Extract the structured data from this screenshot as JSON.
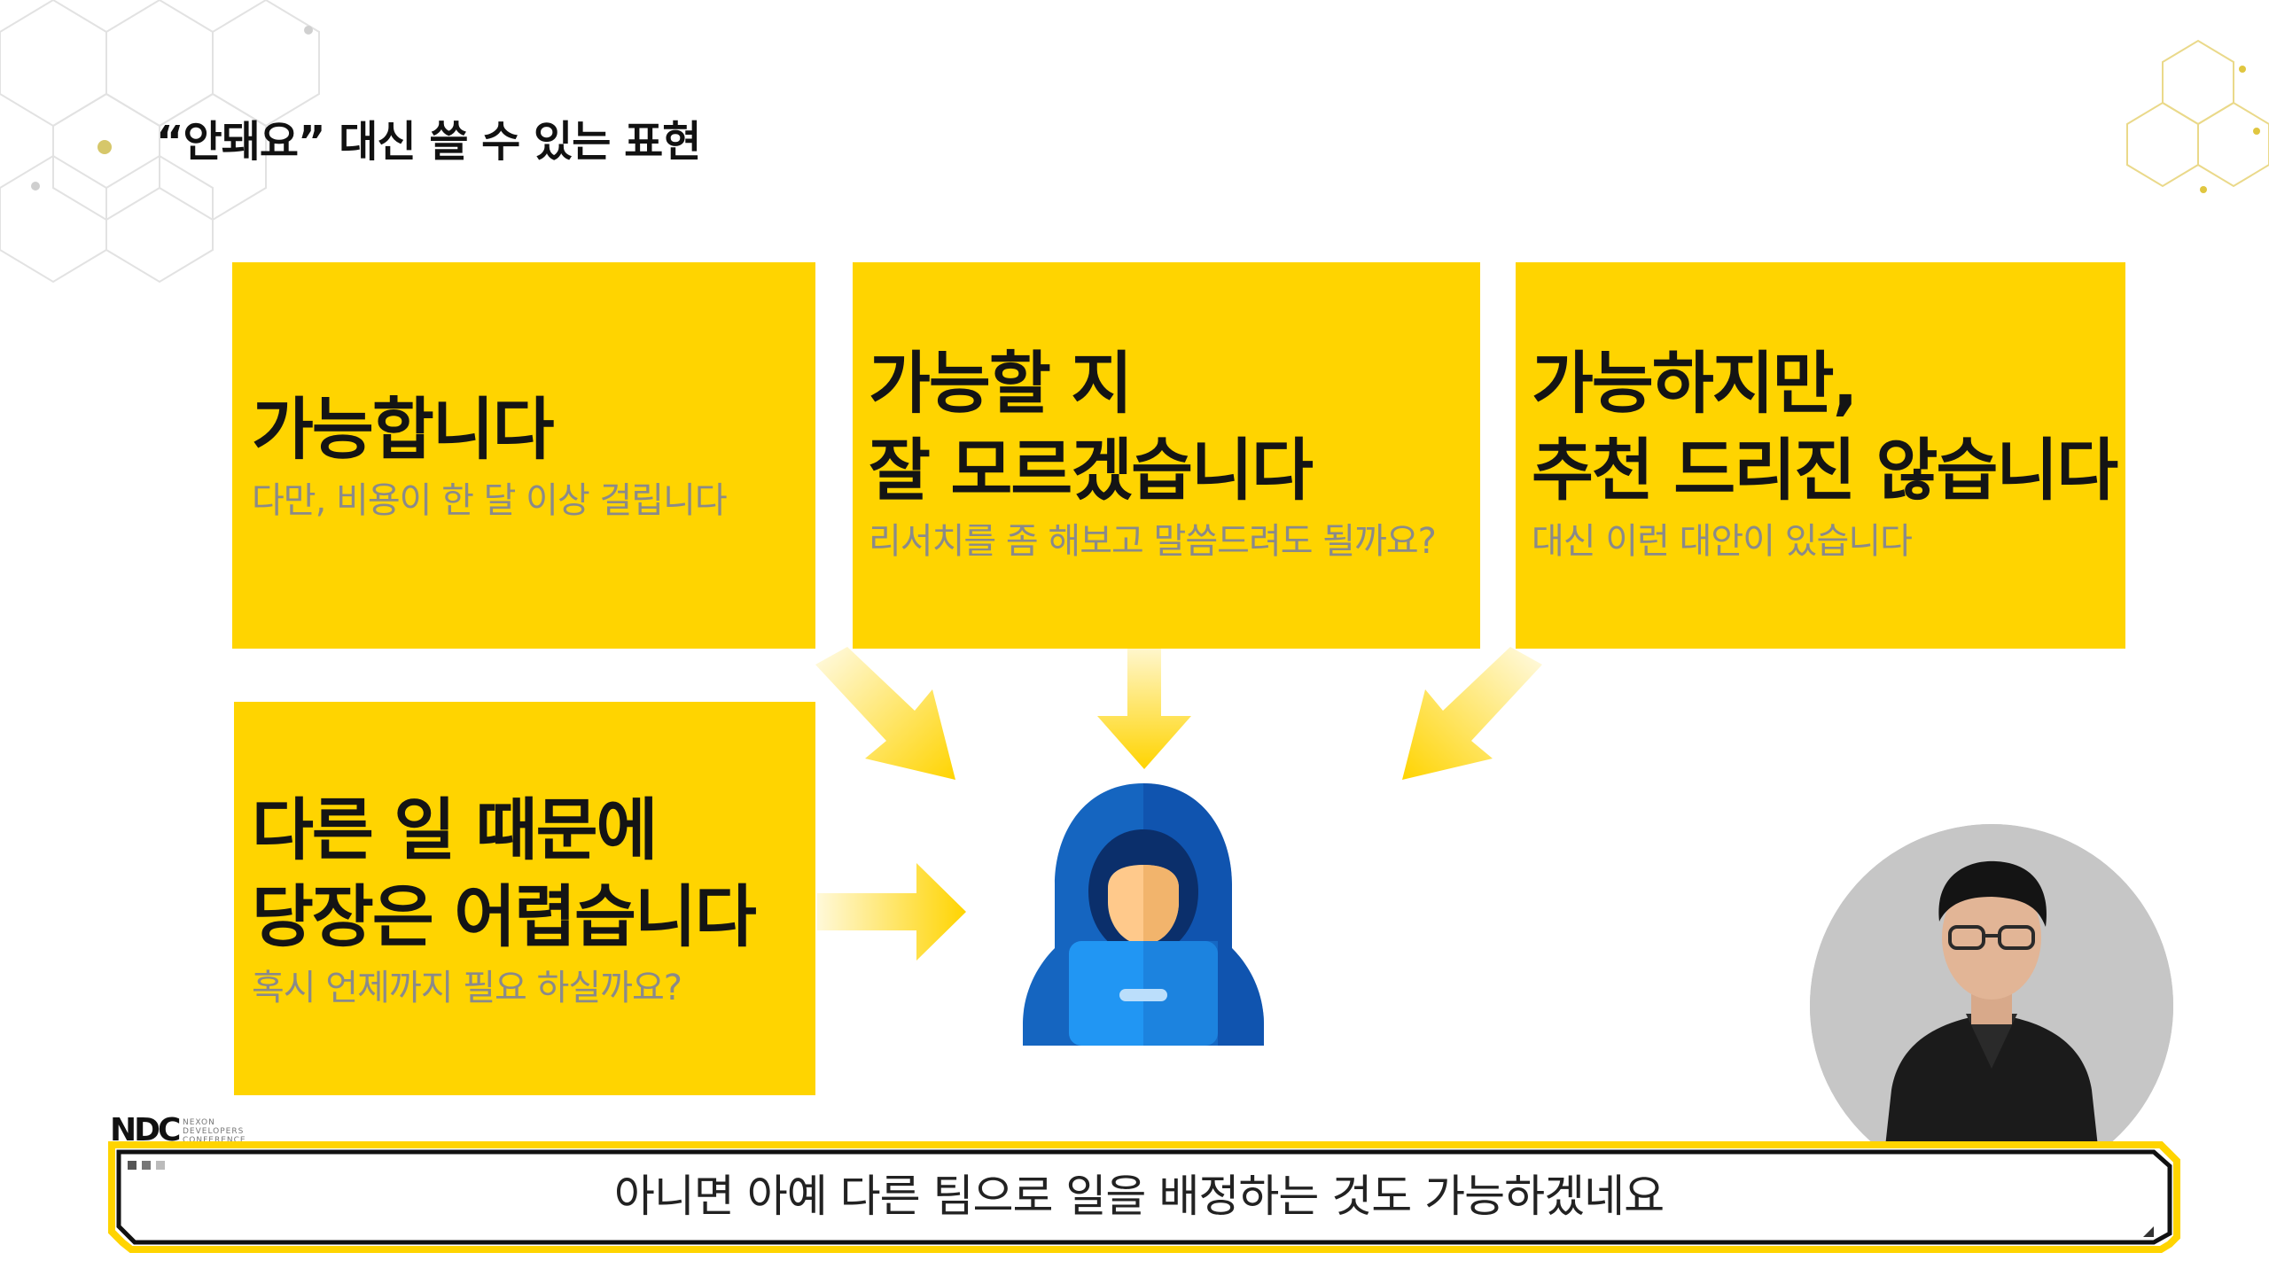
{
  "slide": {
    "title": "“안돼요” 대신 쓸 수 있는 표현"
  },
  "cards": [
    {
      "heading_lines": [
        "가능합니다"
      ],
      "subtext": "다만, 비용이 한 달 이상 걸립니다"
    },
    {
      "heading_lines": [
        "가능할 지",
        "잘 모르겠습니다"
      ],
      "subtext": "리서치를 좀 해보고 말씀드려도 될까요?"
    },
    {
      "heading_lines": [
        "가능하지만,",
        "추천 드리진 않습니다"
      ],
      "subtext": "대신 이런 대안이 있습니다"
    },
    {
      "heading_lines": [
        "다른 일 때문에",
        "당장은 어렵습니다"
      ],
      "subtext": "혹시 언제까지 필요 하실까요?"
    }
  ],
  "icons": {
    "hooded_person": "hooded-person-icon",
    "arrows": "arrow-icon"
  },
  "branding": {
    "logo_mark": "NDC",
    "logo_sub": [
      "NEXON",
      "DEVELOPERS",
      "CONFERENCE"
    ]
  },
  "caption": {
    "text": "아니면 아예 다른 팀으로 일을 배정하는 것도 가능하겠네요"
  },
  "colors": {
    "accent_yellow": "#FFD400",
    "heading_text": "#141414",
    "sub_text": "#8a8a8a",
    "hood_blue": "#1565C0",
    "laptop_blue": "#2196F3"
  }
}
